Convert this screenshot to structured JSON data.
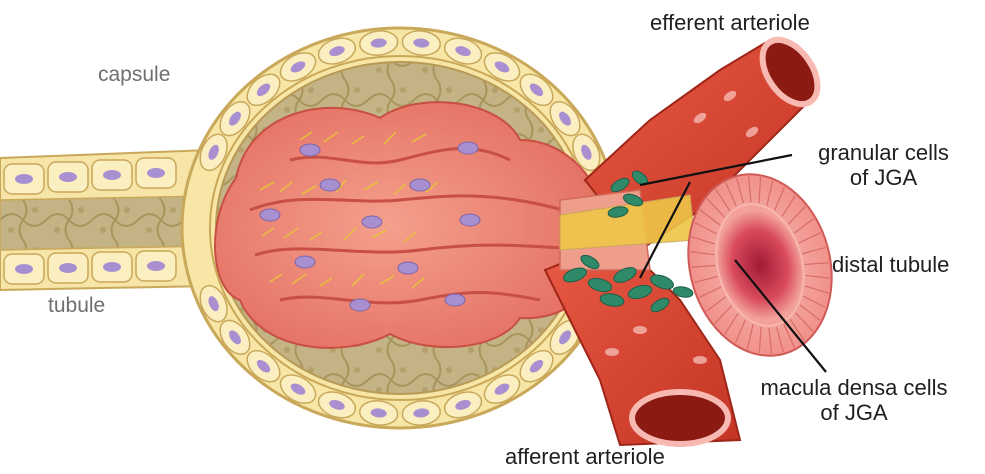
{
  "labels": {
    "capsule": "capsule",
    "tubule": "tubule",
    "efferent_arteriole": "efferent arteriole",
    "granular_cells": "granular cells",
    "granular_cells_sub": "of JGA",
    "distal_tubule": "distal tubule",
    "macula_densa": "macula densa cells",
    "macula_densa_sub": "of JGA",
    "afferent_arteriole": "afferent arteriole"
  },
  "colors": {
    "capsule_cells": "#f7e6a6",
    "capsule_outline": "#c9a85a",
    "nucleus": "#a88fd0",
    "interior": "#bfae7e",
    "glomerulus": "#f08a7a",
    "glomerulus_vein": "#e8c23a",
    "arteriole": "#d7432f",
    "arteriole_lumen": "#8a1a12",
    "arteriole_lining": "#f7b9b2",
    "granular": "#2f8a6a",
    "distal_tubule": "#f08d86",
    "distal_lumen": "#b5223a"
  }
}
